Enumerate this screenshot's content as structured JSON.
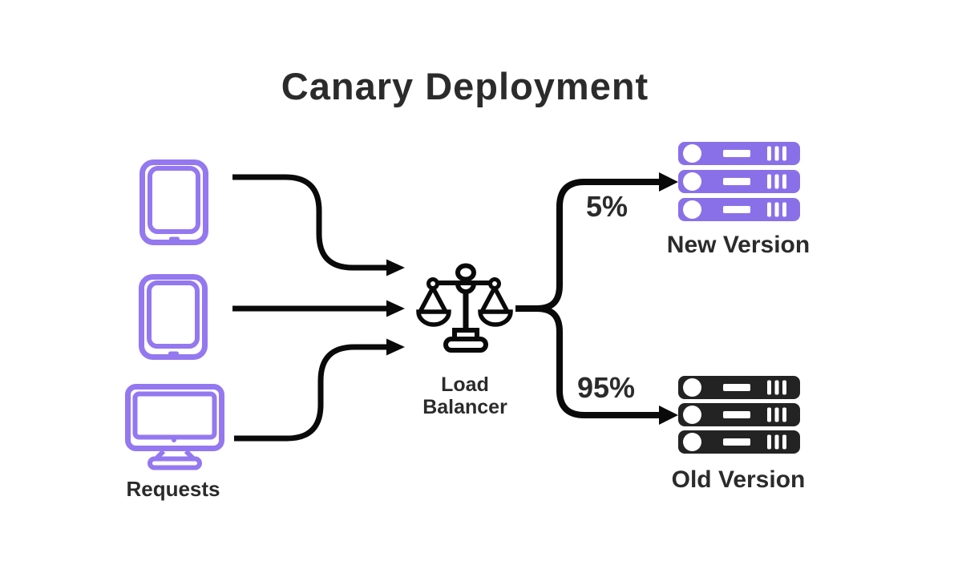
{
  "title": "Canary Deployment",
  "colors": {
    "purple": "#8a70e8",
    "purple_light": "#9478f0",
    "dark": "#232323",
    "ink": "#0a0a0a",
    "text": "#2b2b2b",
    "background": "#ffffff"
  },
  "sources": {
    "label": "Requests",
    "devices": [
      "tablet",
      "tablet",
      "desktop-monitor"
    ]
  },
  "load_balancer": {
    "label": "Load Balancer",
    "icon": "balance-scale"
  },
  "routes": [
    {
      "traffic_share": "5%",
      "target": "New Version"
    },
    {
      "traffic_share": "95%",
      "target": "Old Version"
    }
  ],
  "clusters": {
    "new_version": {
      "label": "New Version",
      "server_count": 3,
      "color": "#8a70e8"
    },
    "old_version": {
      "label": "Old Version",
      "server_count": 3,
      "color": "#232323"
    }
  }
}
